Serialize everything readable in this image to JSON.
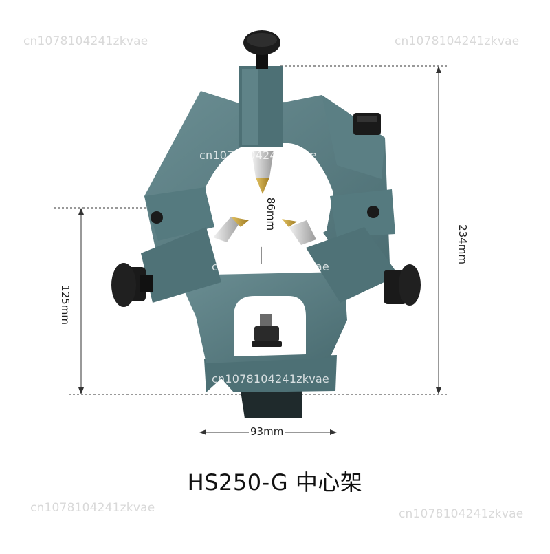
{
  "product_title": "HS250-G 中心架",
  "watermark": "cn1078104241zkvae",
  "dimensions": {
    "overall_height": "234mm",
    "lower_height": "125mm",
    "base_width": "93mm",
    "bore_center": "86mm"
  },
  "colors": {
    "body": "#52757a",
    "body_dark": "#3c5c61",
    "body_light": "#6b8e93",
    "knob": "#1c1c1c",
    "brass": "#c9a13a",
    "dimension_line": "#333333",
    "watermark": "#d9d9d9"
  }
}
